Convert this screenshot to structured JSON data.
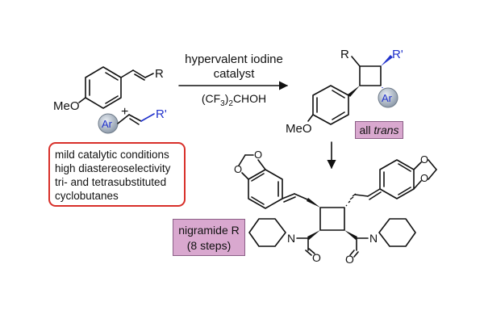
{
  "reagents": {
    "line1": "hypervalent iodine",
    "line2": "catalyst",
    "solvent_pre": "(CF",
    "solvent_sub1": "3",
    "solvent_mid": ")",
    "solvent_sub2": "2",
    "solvent_post": "CHOH"
  },
  "reactant1": {
    "substituent": "R",
    "group": "MeO"
  },
  "reactant2": {
    "plus": "+",
    "aryl": "Ar",
    "substituent": "R'"
  },
  "product": {
    "r_label": "R",
    "r_prime_label": "R'",
    "aryl": "Ar",
    "group": "MeO"
  },
  "tags": {
    "all_prefix": "all ",
    "all_italic": "trans",
    "nigramide_line1": "nigramide R",
    "nigramide_line2": "(8 steps)"
  },
  "features": [
    "mild catalytic conditions",
    "high diastereoselectivity",
    "tri- and tetrasubstituted",
    "cyclobutanes"
  ],
  "nigramide": {
    "n_left": "N",
    "n_right": "N",
    "o_left": "O",
    "o_right": "O",
    "ring_o": "O"
  },
  "colors": {
    "box_border": "#d8302a",
    "tag_fill": "#d9a8cf",
    "blue_bond": "#2233cc",
    "ar_ball": "#9aa8b8"
  }
}
